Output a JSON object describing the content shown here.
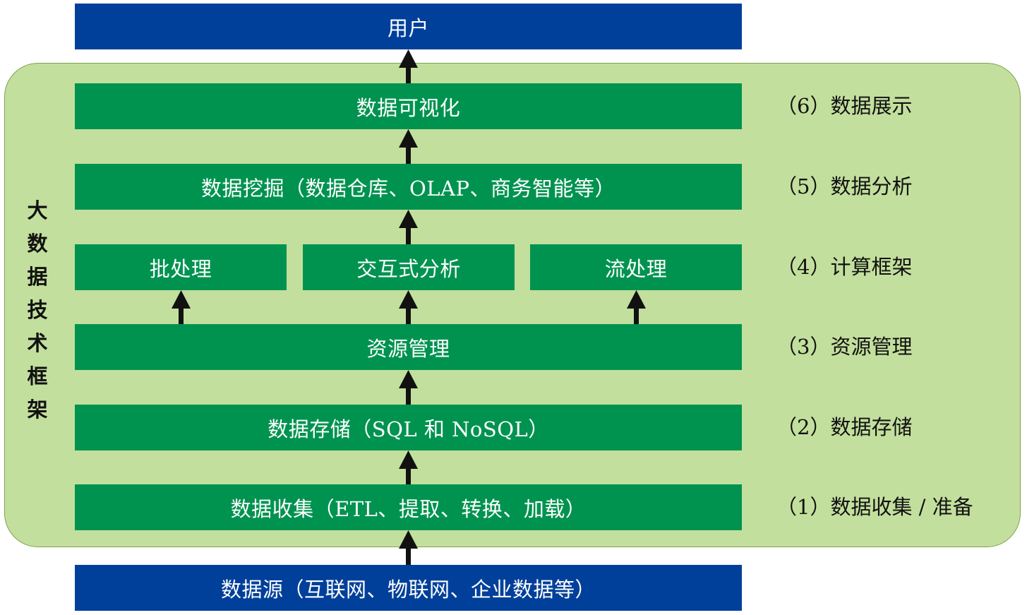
{
  "top": {
    "user": "用户"
  },
  "framework": {
    "title": "大数据技术框架"
  },
  "layers": {
    "visualization": "数据可视化",
    "mining": "数据挖掘（数据仓库、OLAP、商务智能等）",
    "batch": "批处理",
    "interactive": "交互式分析",
    "stream": "流处理",
    "resource": "资源管理",
    "storage": "数据存储（SQL 和 NoSQL）",
    "collection": "数据收集（ETL、提取、转换、加载）"
  },
  "bottom": {
    "source": "数据源（互联网、物联网、企业数据等）"
  },
  "stages": {
    "s6": "（6）数据展示",
    "s5": "（5）数据分析",
    "s4": "（4）计算框架",
    "s3": "（3）资源管理",
    "s2": "（2）数据存储",
    "s1": "（1）数据收集 / 准备"
  },
  "colors": {
    "frame": "#c3df9d",
    "layer_green": "#009350",
    "endpoint_blue": "#00409a",
    "arrow": "#111111"
  }
}
